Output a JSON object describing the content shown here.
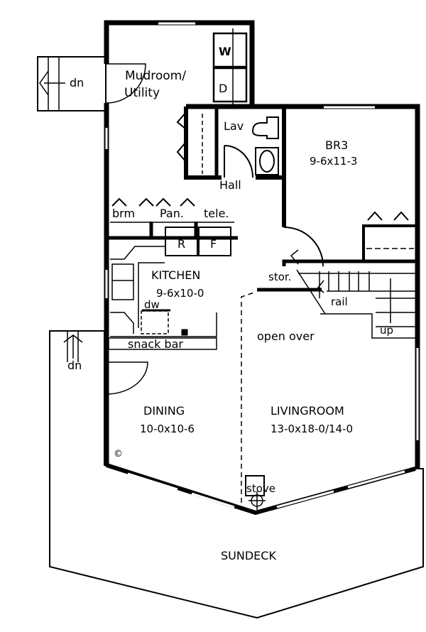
{
  "rooms": {
    "mudroom_line1": "Mudroom/",
    "mudroom_line2": "Utility",
    "washer": "W",
    "dryer": "D",
    "lav": "Lav",
    "br3": "BR3",
    "br3_size": "9-6x11-3",
    "hall": "Hall",
    "broom": "brm",
    "pantry": "Pan.",
    "tele": "tele.",
    "fridge": "R",
    "freezer": "F",
    "kitchen": "KITCHEN",
    "kitchen_size": "9-6x10-0",
    "dishwasher": "dw",
    "snack_bar": "snack bar",
    "storage": "stor.",
    "rail": "rail",
    "up": "up",
    "open_over": "open over",
    "dining": "DINING",
    "dining_size": "10-0x10-6",
    "living": "LIVINGROOM",
    "living_size": "13-0x18-0/14-0",
    "stove": "stove",
    "sundeck": "SUNDECK",
    "dn_top": "dn",
    "dn_deck": "dn",
    "copyright": "©"
  }
}
